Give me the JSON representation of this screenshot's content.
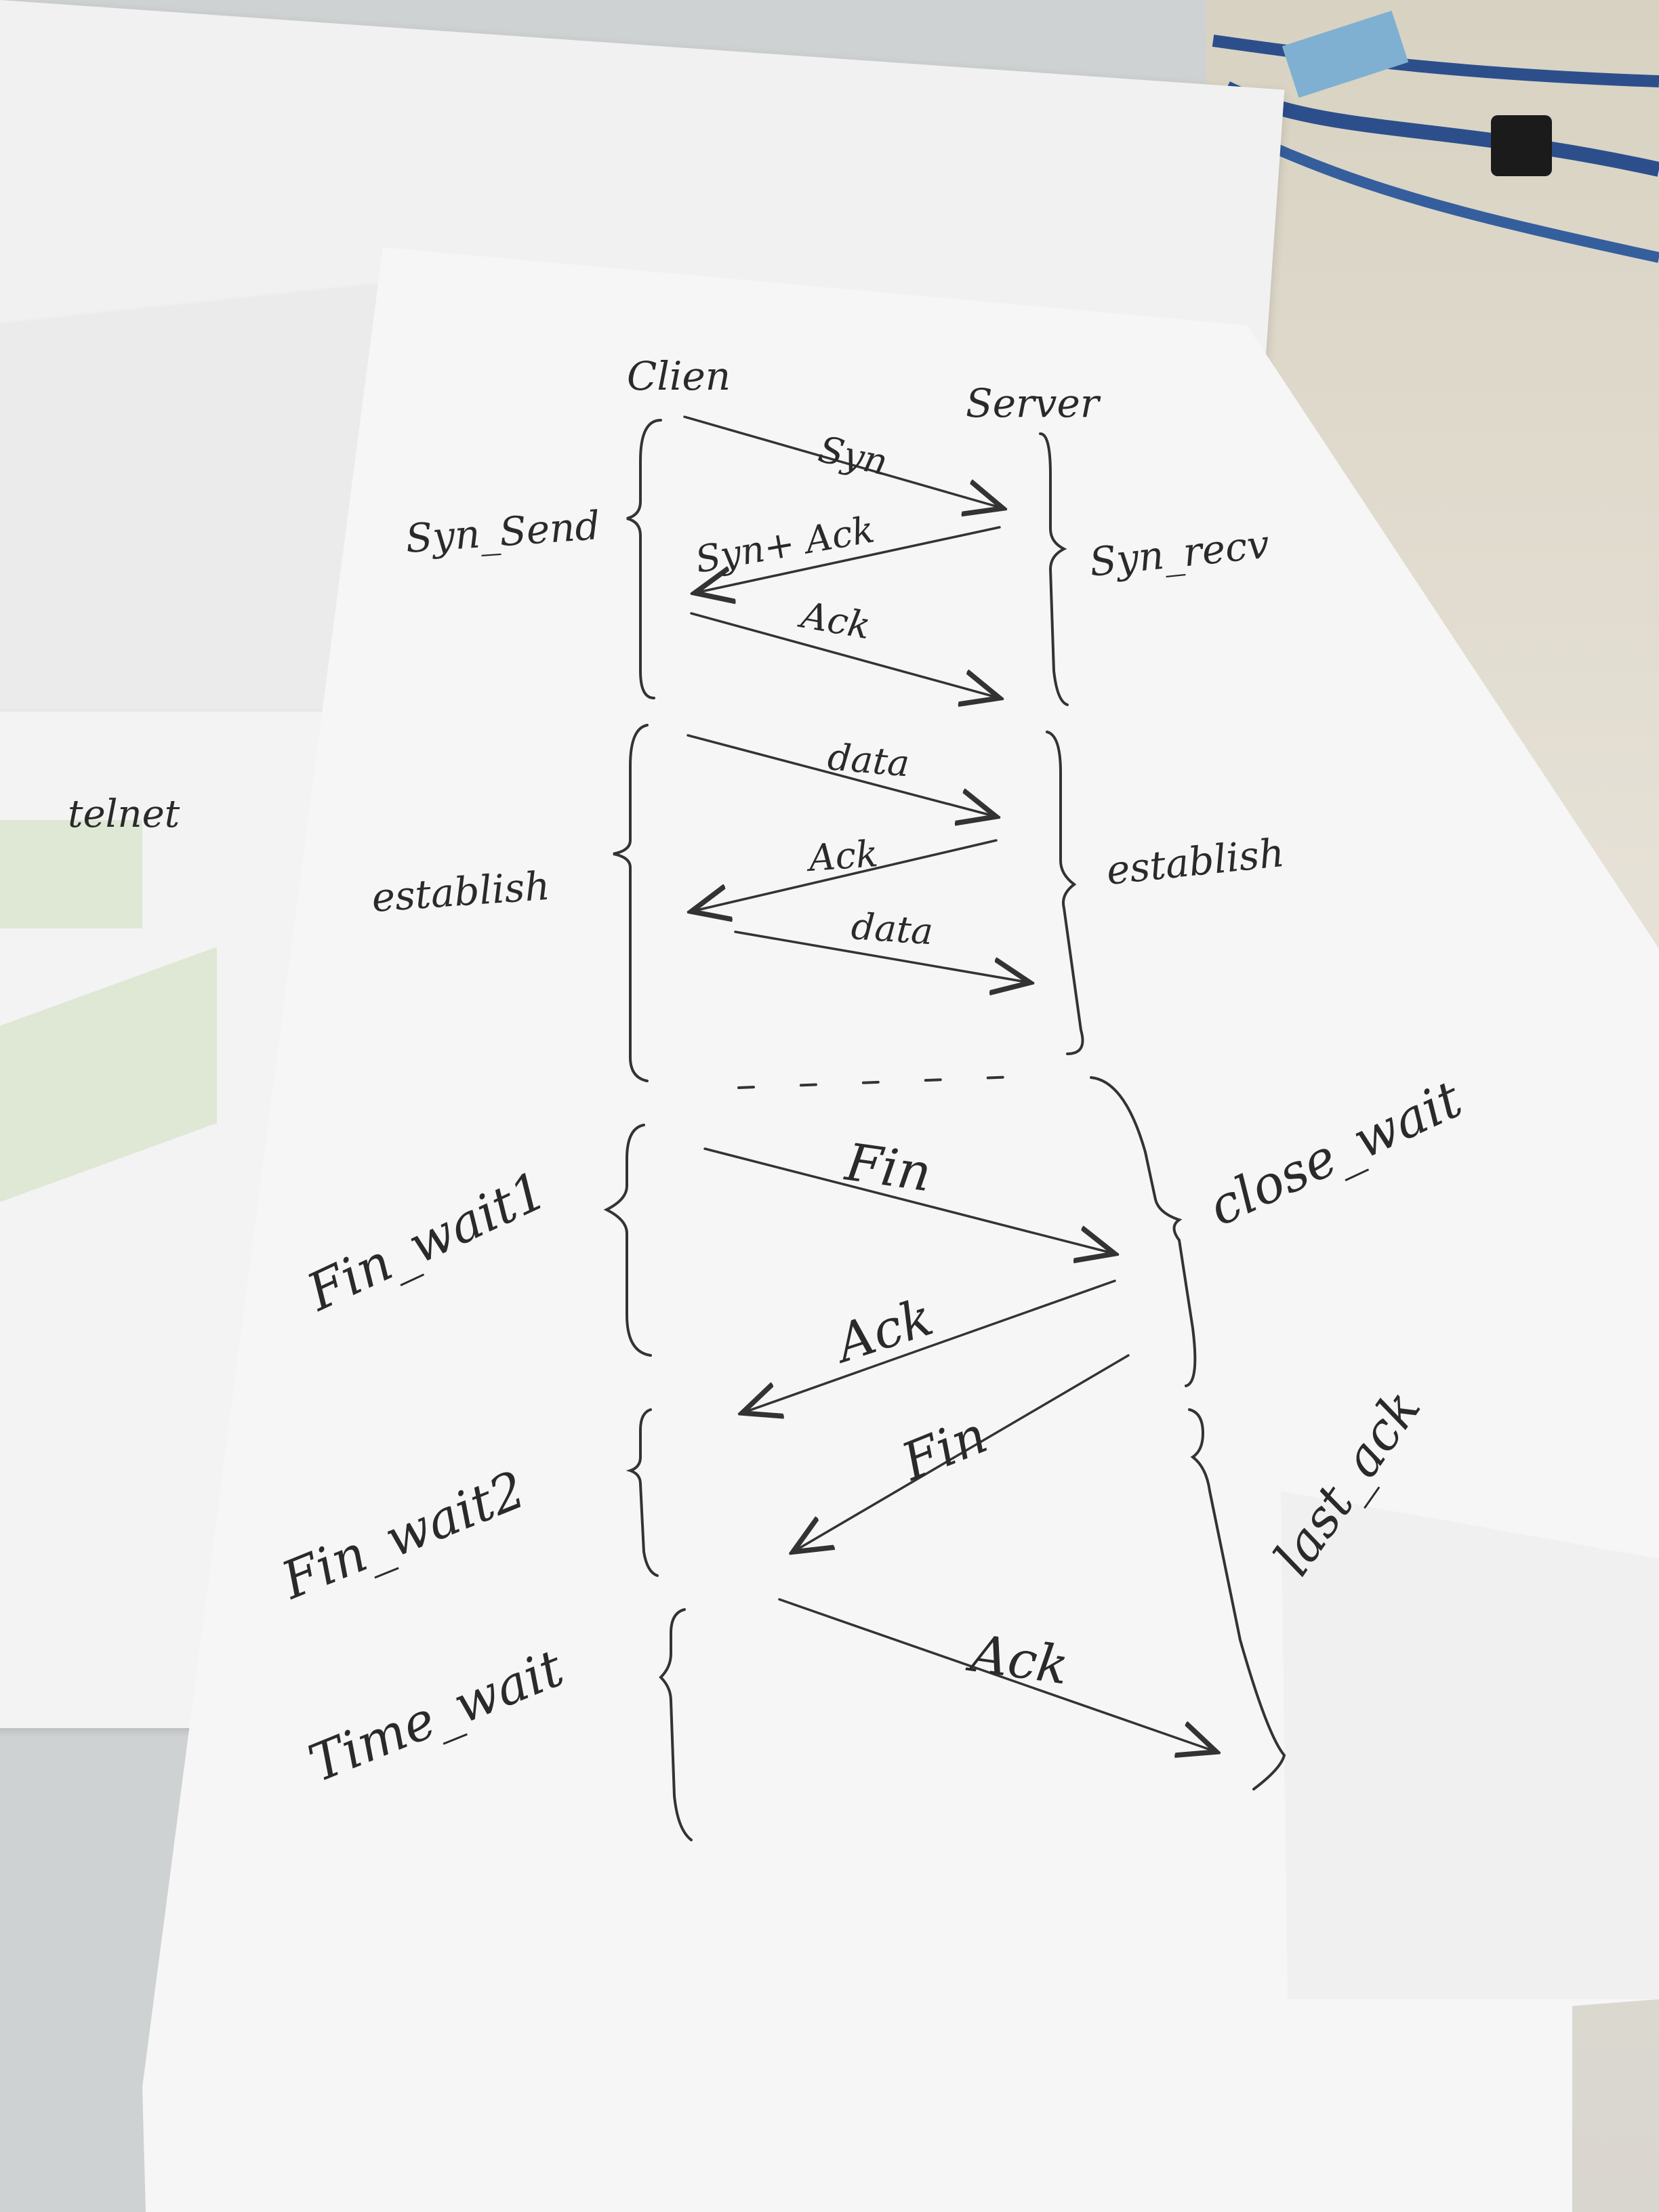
{
  "diagram": {
    "header": {
      "client": "Clien",
      "server": "Server"
    },
    "client_states": [
      "Syn_Send",
      "establish",
      "Fin_wait1",
      "Fin_wait2",
      "Time_wait"
    ],
    "server_states": [
      "Syn_recv",
      "establish",
      "close_wait",
      "last_ack"
    ],
    "messages": [
      {
        "label": "Syn",
        "from": "client",
        "to": "server"
      },
      {
        "label": "Syn+ Ack",
        "from": "server",
        "to": "client"
      },
      {
        "label": "Ack",
        "from": "client",
        "to": "server"
      },
      {
        "label": "data",
        "from": "client",
        "to": "server"
      },
      {
        "label": "Ack",
        "from": "server",
        "to": "client"
      },
      {
        "label": "data",
        "from": "client",
        "to": "server"
      },
      {
        "label": "Fin",
        "from": "client",
        "to": "server"
      },
      {
        "label": "Ack",
        "from": "server",
        "to": "client"
      },
      {
        "label": "Fin",
        "from": "server",
        "to": "client"
      },
      {
        "label": "Ack",
        "from": "client",
        "to": "server"
      }
    ]
  },
  "background_notes": {
    "left_note": "telnet"
  },
  "colors": {
    "ink": "#2a2a2a",
    "paper": "#f6f6f6",
    "desk": "#d8d2c2",
    "cable": "#2c4f8c"
  }
}
